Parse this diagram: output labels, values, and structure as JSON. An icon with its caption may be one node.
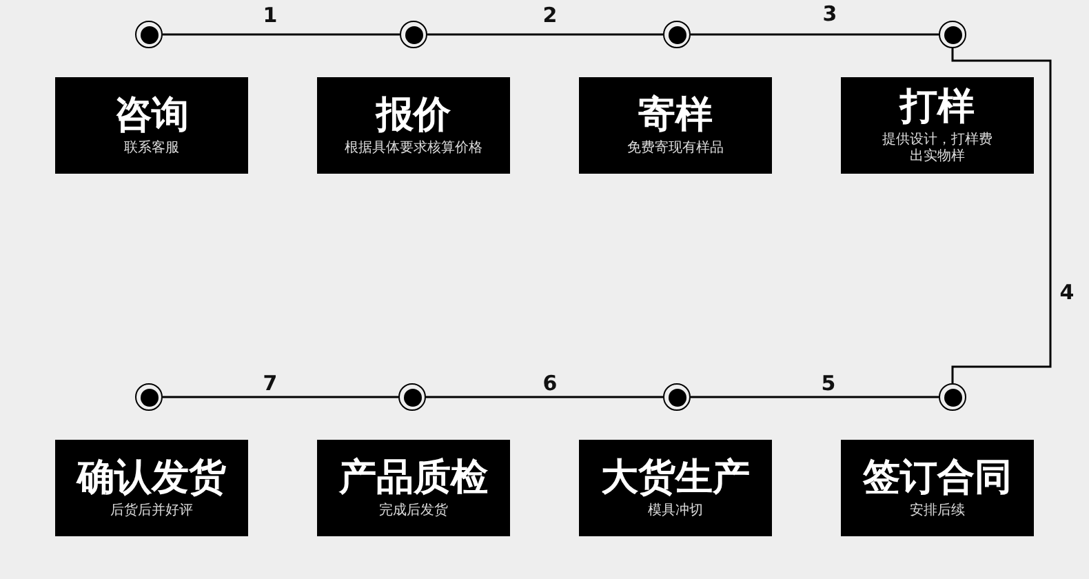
{
  "diagram": {
    "nodes": [
      {
        "text": [],
        "shape": "circle"
      },
      {
        "text": [],
        "shape": "circle"
      },
      {
        "text": [],
        "shape": "circle"
      },
      {
        "text": [],
        "shape": "circle"
      },
      {
        "text": [
          "咨询",
          "联系客服"
        ]
      },
      {
        "text": [
          "报价",
          "根据具体要求核算价格"
        ]
      },
      {
        "text": [
          "寄样",
          "免费寄现有样品"
        ]
      },
      {
        "text": [
          "打样",
          "提供设计，打样费出实物样"
        ]
      },
      {
        "text": [],
        "shape": "circle"
      },
      {
        "text": [],
        "shape": "circle"
      },
      {
        "text": [],
        "shape": "circle"
      },
      {
        "text": [],
        "shape": "circle"
      },
      {
        "text": [
          "确认发货",
          "后货后并好评"
        ]
      },
      {
        "text": [
          "产品质检",
          "完成后发货"
        ]
      },
      {
        "text": [
          "大货生产",
          "模具冲切"
        ]
      },
      {
        "text": [
          "签订合同",
          "安排后续"
        ]
      }
    ],
    "edges": [
      {
        "from": 0,
        "to": 1,
        "arrow": "none",
        "label": "1"
      },
      {
        "from": 1,
        "to": 2,
        "arrow": "none",
        "label": "2"
      },
      {
        "from": 2,
        "to": 3,
        "arrow": "none",
        "label": "3"
      },
      {
        "from": 3,
        "to": 11,
        "arrow": "none",
        "label": "4"
      },
      {
        "from": 11,
        "to": 10,
        "arrow": "none",
        "label": "5"
      },
      {
        "from": 10,
        "to": 9,
        "arrow": "none",
        "label": "6"
      },
      {
        "from": 9,
        "to": 8,
        "arrow": "none",
        "label": "7"
      }
    ]
  }
}
